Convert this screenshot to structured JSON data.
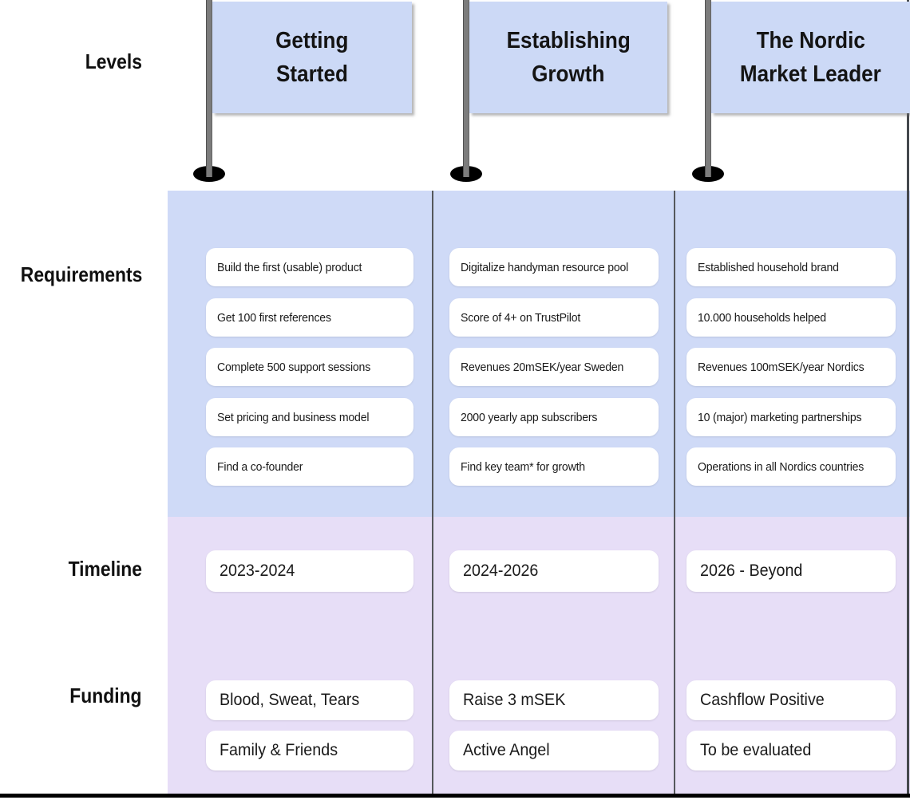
{
  "row_labels": {
    "levels": "Levels",
    "requirements": "Requirements",
    "timeline": "Timeline",
    "funding": "Funding"
  },
  "columns": [
    {
      "flag_title_line1": "Getting",
      "flag_title_line2": "Started",
      "requirements": [
        "Build the first (usable) product",
        "Get 100 first references",
        "Complete 500 support sessions",
        "Set pricing and business model",
        "Find a co-founder"
      ],
      "timeline": "2023-2024",
      "funding": [
        "Blood, Sweat, Tears",
        "Family & Friends"
      ]
    },
    {
      "flag_title_line1": "Establishing",
      "flag_title_line2": "Growth",
      "requirements": [
        "Digitalize handyman resource pool",
        "Score of 4+ on TrustPilot",
        "Revenues 20mSEK/year Sweden",
        "2000 yearly app subscribers",
        "Find key team* for growth"
      ],
      "timeline": "2024-2026",
      "funding": [
        "Raise 3 mSEK",
        "Active Angel"
      ]
    },
    {
      "flag_title_line1": "The Nordic",
      "flag_title_line2": "Market Leader",
      "requirements": [
        "Established household brand",
        "10.000 households helped",
        "Revenues 100mSEK/year Nordics",
        "10 (major) marketing partnerships",
        "Operations in all Nordics countries"
      ],
      "timeline": "2026 - Beyond",
      "funding": [
        "Cashflow Positive",
        "To be evaluated"
      ]
    }
  ],
  "colors": {
    "flag_blue": "#ccd9f6",
    "panel_blue": "#cfdaf7",
    "panel_purple": "#e7def7",
    "pole_gray": "#7c7c7c",
    "divider_gray": "#55585c",
    "base_black": "#000000",
    "pill_white": "#ffffff",
    "text_black": "#1a1a1a"
  }
}
